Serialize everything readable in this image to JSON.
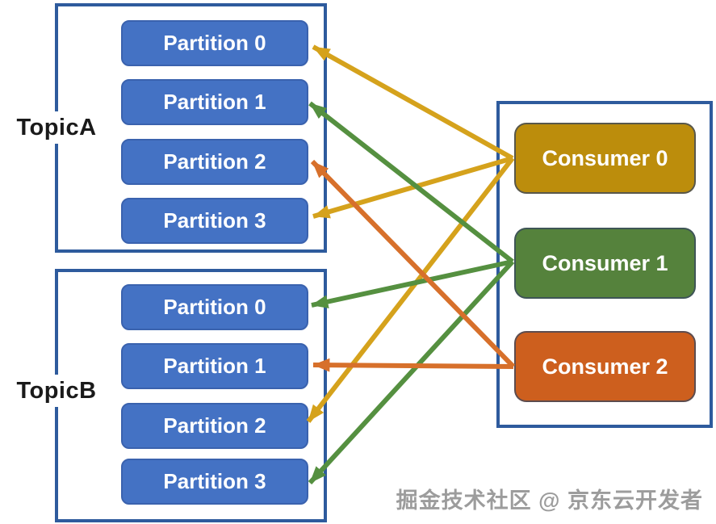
{
  "diagram": {
    "type": "kafka-consumer-group-assignment",
    "topics": [
      {
        "label": "TopicA",
        "partitions": [
          "Partition 0",
          "Partition 1",
          "Partition 2",
          "Partition 3"
        ]
      },
      {
        "label": "TopicB",
        "partitions": [
          "Partition 0",
          "Partition 1",
          "Partition 2",
          "Partition 3"
        ]
      }
    ],
    "consumers": [
      {
        "label": "Consumer 0",
        "color": "#BC8D0C"
      },
      {
        "label": "Consumer 1",
        "color": "#55823C"
      },
      {
        "label": "Consumer 2",
        "color": "#CD5F1E"
      }
    ],
    "connections": [
      {
        "consumer": "Consumer 0",
        "topic": "TopicA",
        "partition": "Partition 0",
        "color": "#D5A21C"
      },
      {
        "consumer": "Consumer 0",
        "topic": "TopicA",
        "partition": "Partition 3",
        "color": "#D5A21C"
      },
      {
        "consumer": "Consumer 0",
        "topic": "TopicB",
        "partition": "Partition 2",
        "color": "#D5A21C"
      },
      {
        "consumer": "Consumer 1",
        "topic": "TopicA",
        "partition": "Partition 1",
        "color": "#559040"
      },
      {
        "consumer": "Consumer 1",
        "topic": "TopicB",
        "partition": "Partition 0",
        "color": "#559040"
      },
      {
        "consumer": "Consumer 1",
        "topic": "TopicB",
        "partition": "Partition 3",
        "color": "#559040"
      },
      {
        "consumer": "Consumer 2",
        "topic": "TopicA",
        "partition": "Partition 2",
        "color": "#D7702B"
      },
      {
        "consumer": "Consumer 2",
        "topic": "TopicB",
        "partition": "Partition 1",
        "color": "#D7702B"
      }
    ],
    "colors": {
      "partition_fill": "#4472C4",
      "group_border": "#2E5B9D",
      "arrow_gold": "#D5A21C",
      "arrow_green": "#559040",
      "arrow_orange": "#D7702B"
    },
    "watermark": "掘金技术社区 @ 京东云开发者"
  }
}
